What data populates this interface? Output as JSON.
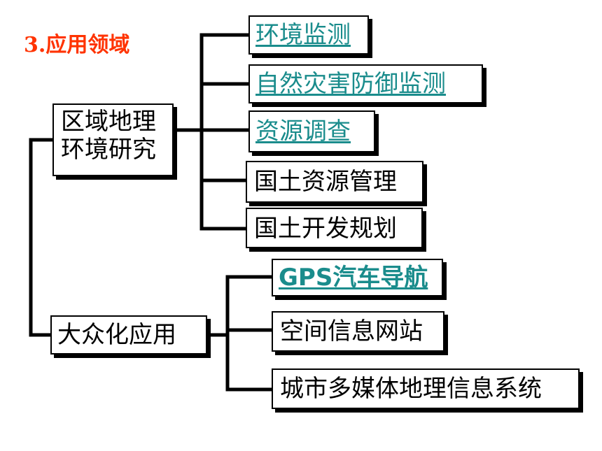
{
  "title": "3.应用领域",
  "branch_regional": {
    "label_line1": "区域地理",
    "label_line2": "环境研究",
    "children": [
      "环境监测",
      "自然灾害防御监测 ",
      "资源调查 ",
      "国土资源管理",
      "国土开发规划"
    ]
  },
  "branch_public": {
    "label": "大众化应用",
    "children": [
      "GPS汽车导航",
      "空间信息网站",
      "城市多媒体地理信息系统"
    ]
  },
  "colors": {
    "title": "#ff3300",
    "link": "#1a8c8c",
    "lines": "#000000"
  }
}
